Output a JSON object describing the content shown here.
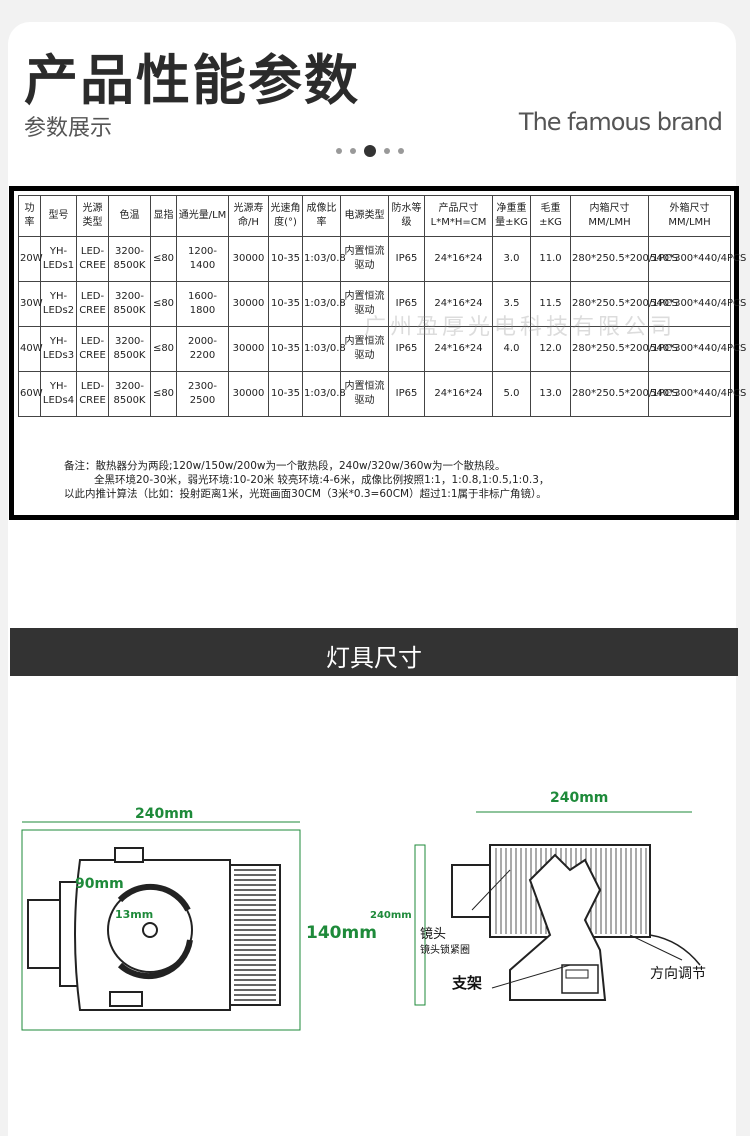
{
  "header": {
    "title": "产品性能参数",
    "subtitle": "参数展示",
    "brand": "The famous brand",
    "dots": 5,
    "active_dot": 2
  },
  "spec_table": {
    "headers": [
      "功率",
      "型号",
      "光源类型",
      "色温",
      "显指",
      "通光量/LM",
      "光源寿命/H",
      "光速角度(°)",
      "成像比率",
      "电源类型",
      "防水等级",
      "产品尺寸 L*M*H=CM",
      "净重重量±KG",
      "毛重±KG",
      "内箱尺寸 MM/LMH",
      "外箱尺寸 MM/LMH"
    ],
    "rows": [
      [
        "20W",
        "YH-LEDs1",
        "LED-CREE",
        "3200-8500K",
        "≤80",
        "1200-1400",
        "30000",
        "10-35",
        "1:03/0.8",
        "内置恒流驱动",
        "IP65",
        "24*16*24",
        "3.0",
        "11.0",
        "280*250.5*200/1PCS",
        "540*300*440/4PCS"
      ],
      [
        "30W",
        "YH-LEDs2",
        "LED-CREE",
        "3200-8500K",
        "≤80",
        "1600-1800",
        "30000",
        "10-35",
        "1:03/0.8",
        "内置恒流驱动",
        "IP65",
        "24*16*24",
        "3.5",
        "11.5",
        "280*250.5*200/1PCS",
        "540*300*440/4PCS"
      ],
      [
        "40W",
        "YH-LEDs3",
        "LED-CREE",
        "3200-8500K",
        "≤80",
        "2000-2200",
        "30000",
        "10-35",
        "1:03/0.8",
        "内置恒流驱动",
        "IP65",
        "24*16*24",
        "4.0",
        "12.0",
        "280*250.5*200/1PCS",
        "540*300*440/4PCS"
      ],
      [
        "60W",
        "YH-LEDs4",
        "LED-CREE",
        "3200-8500K",
        "≤80",
        "2300-2500",
        "30000",
        "10-35",
        "1:03/0.8",
        "内置恒流驱动",
        "IP65",
        "24*16*24",
        "5.0",
        "13.0",
        "280*250.5*200/1PCS",
        "540*300*440/4PCS"
      ]
    ],
    "watermark": "广州盈厚光电科技有限公司",
    "notes": [
      "备注：散热器分为两段;120w/150w/200w为一个散热段，240w/320w/360w为一个散热段。",
      "全黑环境20-30米，弱光环境:10-20米   较亮环境:4-6米，成像比例按照1:1，1:0.8,1:0.5,1:0.3，",
      "以此内推计算法（比如：投射距离1米，光斑画面30CM（3米*0.3=60CM）超过1:1属于非标广角镜）。"
    ]
  },
  "section": {
    "title": "灯具尺寸"
  },
  "diagram": {
    "left": {
      "width": "240mm",
      "diameter": "90mm",
      "hole": "13mm",
      "height": "140mm"
    },
    "right": {
      "width": "240mm",
      "height": "240mm",
      "lens": "镜头",
      "lens_ring": "镜头锁紧圈",
      "bracket": "支架",
      "adjust": "方向调节"
    }
  },
  "colors": {
    "dimension": "#1e8a3a",
    "bar": "#333333",
    "frame": "#000000"
  }
}
